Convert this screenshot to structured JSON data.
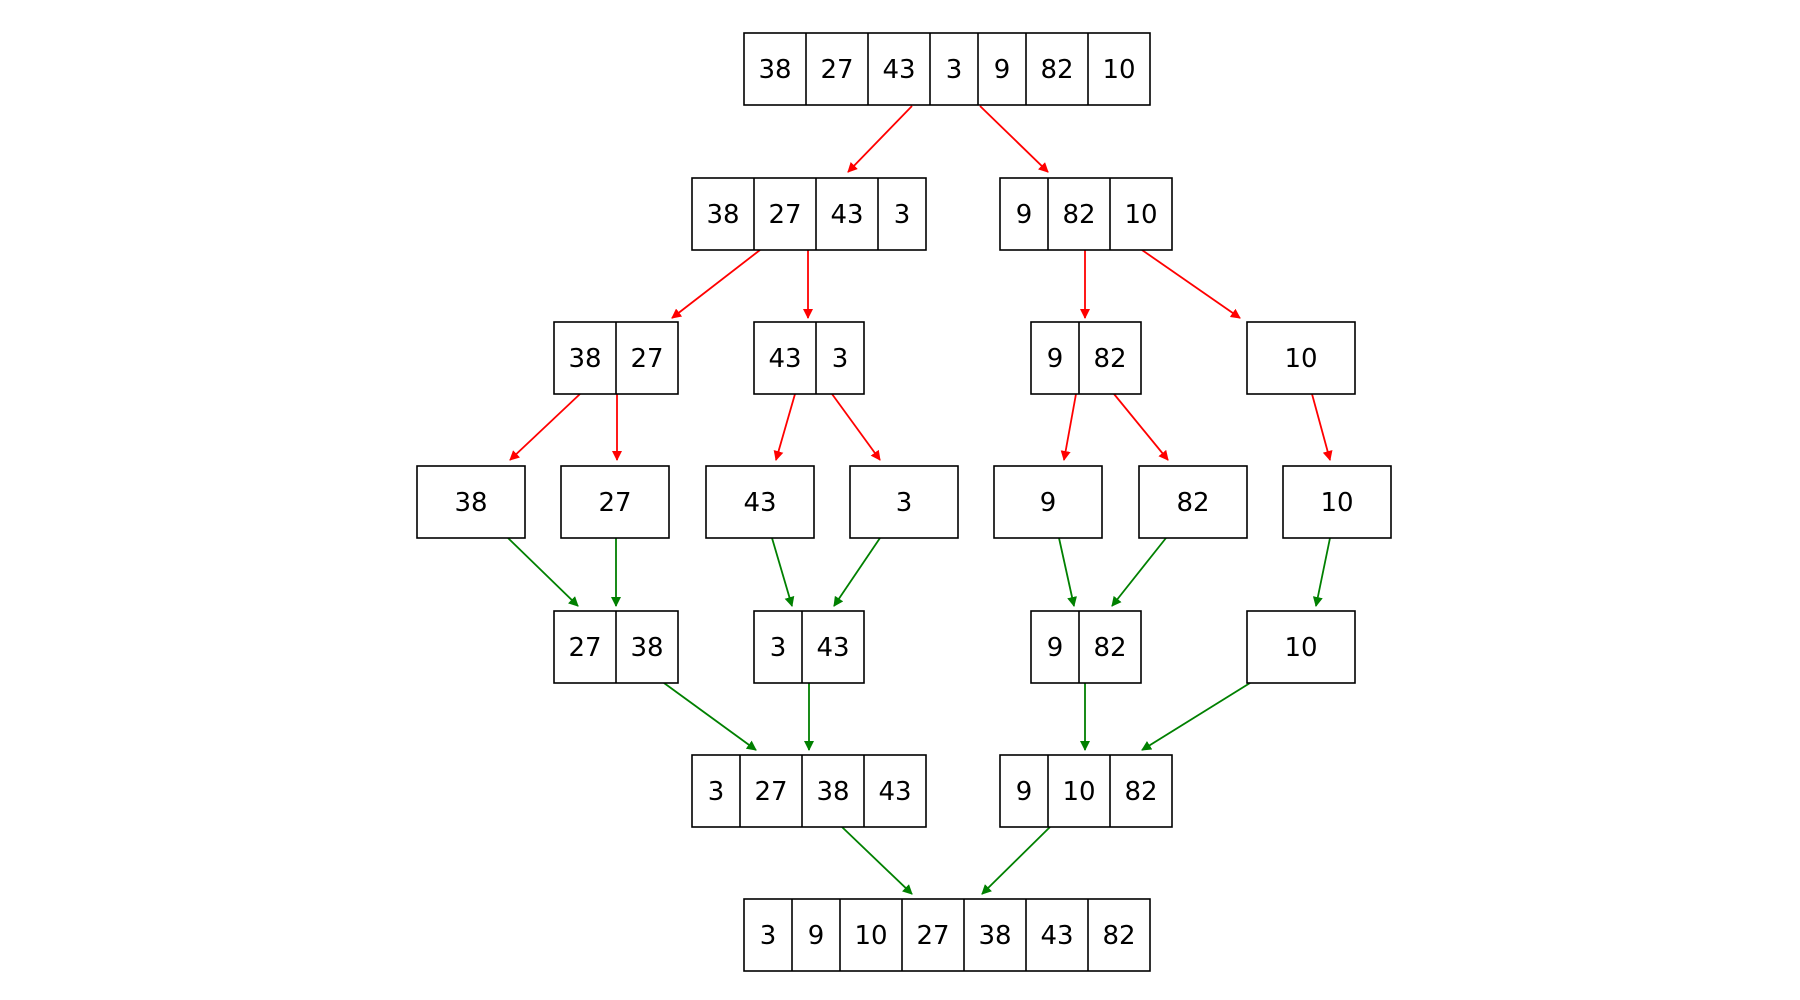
{
  "colors": {
    "split": "#ff0000",
    "merge": "#008000"
  },
  "nodes": [
    {
      "id": "n0",
      "cells": [
        "38",
        "27",
        "43",
        "3",
        "9",
        "82",
        "10"
      ]
    },
    {
      "id": "n1",
      "cells": [
        "38",
        "27",
        "43",
        "3"
      ]
    },
    {
      "id": "n2",
      "cells": [
        "9",
        "82",
        "10"
      ]
    },
    {
      "id": "n3",
      "cells": [
        "38",
        "27"
      ]
    },
    {
      "id": "n4",
      "cells": [
        "43",
        "3"
      ]
    },
    {
      "id": "n5",
      "cells": [
        "9",
        "82"
      ]
    },
    {
      "id": "n6",
      "cells": [
        "10"
      ]
    },
    {
      "id": "n7",
      "cells": [
        "38"
      ]
    },
    {
      "id": "n8",
      "cells": [
        "27"
      ]
    },
    {
      "id": "n9",
      "cells": [
        "43"
      ]
    },
    {
      "id": "n10",
      "cells": [
        "3"
      ]
    },
    {
      "id": "n11",
      "cells": [
        "9"
      ]
    },
    {
      "id": "n12",
      "cells": [
        "82"
      ]
    },
    {
      "id": "n13",
      "cells": [
        "10"
      ]
    },
    {
      "id": "n14",
      "cells": [
        "27",
        "38"
      ]
    },
    {
      "id": "n15",
      "cells": [
        "3",
        "43"
      ]
    },
    {
      "id": "n16",
      "cells": [
        "9",
        "82"
      ]
    },
    {
      "id": "n17",
      "cells": [
        "10"
      ]
    },
    {
      "id": "n18",
      "cells": [
        "3",
        "27",
        "38",
        "43"
      ]
    },
    {
      "id": "n19",
      "cells": [
        "9",
        "10",
        "82"
      ]
    },
    {
      "id": "n20",
      "cells": [
        "3",
        "9",
        "10",
        "27",
        "38",
        "43",
        "82"
      ]
    }
  ],
  "edges": [
    {
      "from": "n0",
      "to": "n1",
      "kind": "split"
    },
    {
      "from": "n0",
      "to": "n2",
      "kind": "split"
    },
    {
      "from": "n1",
      "to": "n3",
      "kind": "split"
    },
    {
      "from": "n1",
      "to": "n4",
      "kind": "split"
    },
    {
      "from": "n2",
      "to": "n5",
      "kind": "split"
    },
    {
      "from": "n2",
      "to": "n6",
      "kind": "split"
    },
    {
      "from": "n3",
      "to": "n7",
      "kind": "split"
    },
    {
      "from": "n3",
      "to": "n8",
      "kind": "split"
    },
    {
      "from": "n4",
      "to": "n9",
      "kind": "split"
    },
    {
      "from": "n4",
      "to": "n10",
      "kind": "split"
    },
    {
      "from": "n5",
      "to": "n11",
      "kind": "split"
    },
    {
      "from": "n5",
      "to": "n12",
      "kind": "split"
    },
    {
      "from": "n6",
      "to": "n13",
      "kind": "split"
    },
    {
      "from": "n7",
      "to": "n14",
      "kind": "merge"
    },
    {
      "from": "n8",
      "to": "n14",
      "kind": "merge"
    },
    {
      "from": "n9",
      "to": "n15",
      "kind": "merge"
    },
    {
      "from": "n10",
      "to": "n15",
      "kind": "merge"
    },
    {
      "from": "n11",
      "to": "n16",
      "kind": "merge"
    },
    {
      "from": "n12",
      "to": "n16",
      "kind": "merge"
    },
    {
      "from": "n13",
      "to": "n17",
      "kind": "merge"
    },
    {
      "from": "n14",
      "to": "n18",
      "kind": "merge"
    },
    {
      "from": "n15",
      "to": "n18",
      "kind": "merge"
    },
    {
      "from": "n16",
      "to": "n19",
      "kind": "merge"
    },
    {
      "from": "n17",
      "to": "n19",
      "kind": "merge"
    },
    {
      "from": "n18",
      "to": "n20",
      "kind": "merge"
    },
    {
      "from": "n19",
      "to": "n20",
      "kind": "merge"
    }
  ]
}
